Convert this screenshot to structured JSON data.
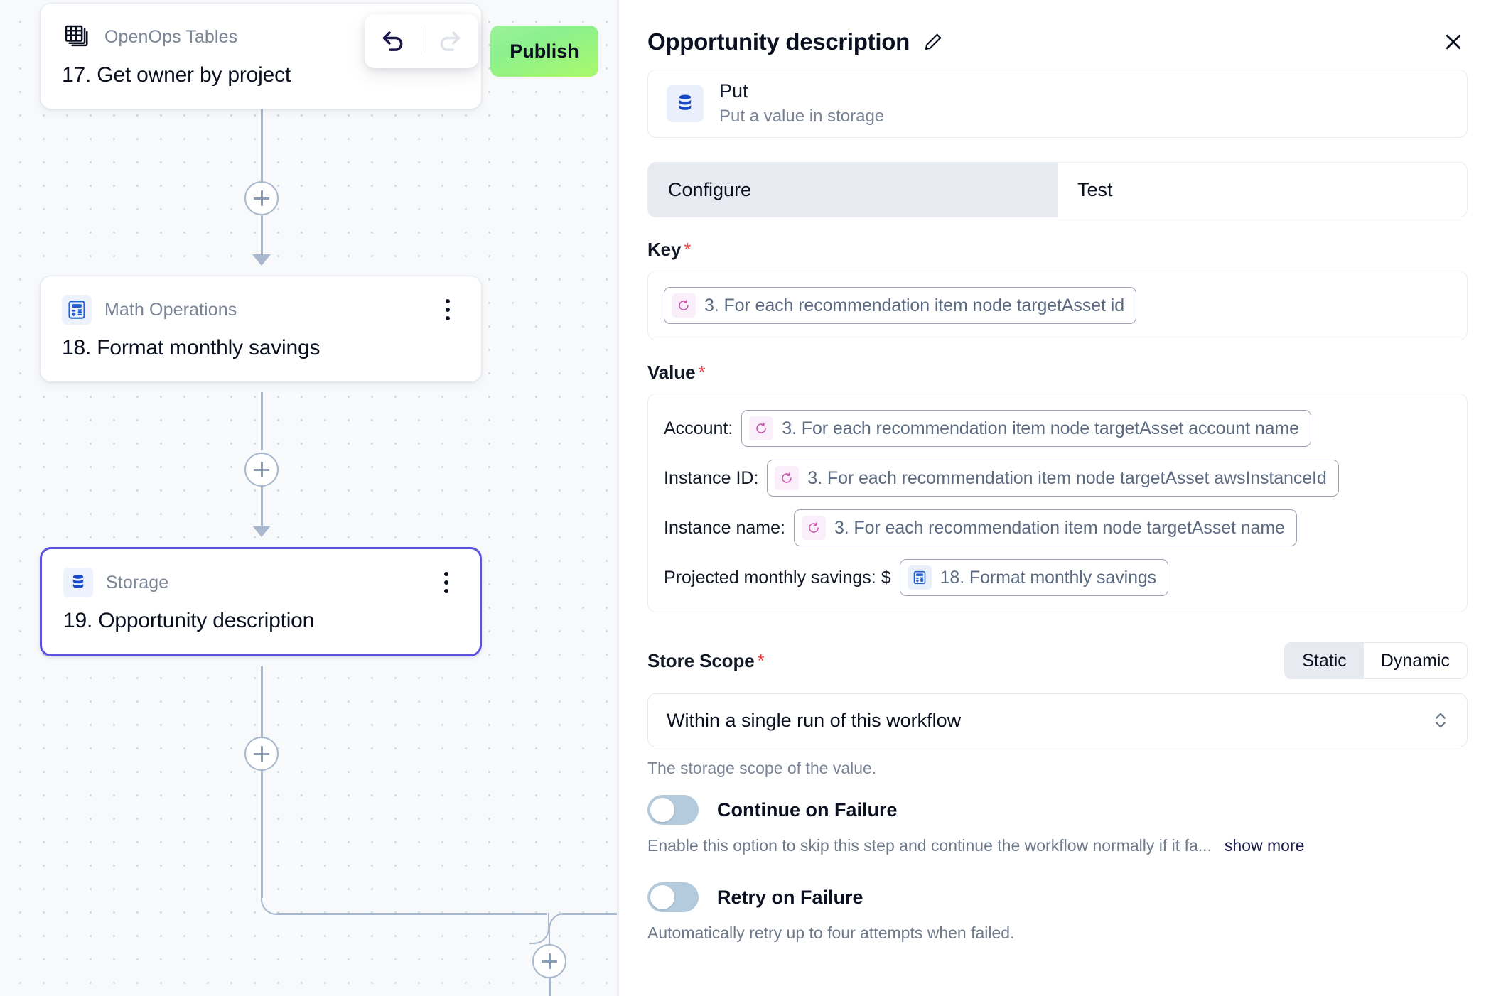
{
  "canvas": {
    "publish_label": "Publish",
    "undo_icon": "undo-icon",
    "redo_icon": "redo-icon",
    "nodes": [
      {
        "piece": "OpenOps Tables",
        "title": "17. Get owner by project",
        "icon": "table-icon",
        "selected": false
      },
      {
        "piece": "Math Operations",
        "title": "18. Format monthly savings",
        "icon": "calculator-icon",
        "selected": false
      },
      {
        "piece": "Storage",
        "title": "19. Opportunity description",
        "icon": "database-icon",
        "selected": true
      }
    ],
    "add_step_icon": "plus-icon"
  },
  "panel": {
    "title": "Opportunity description",
    "edit_icon": "pencil-icon",
    "close_icon": "close-icon",
    "piece": {
      "name": "Put",
      "description": "Put a value in storage",
      "icon": "database-icon"
    },
    "tabs": [
      {
        "label": "Configure",
        "active": true
      },
      {
        "label": "Test",
        "active": false
      }
    ],
    "key": {
      "label": "Key",
      "required": "*",
      "chip": {
        "text": "3. For each recommendation item node targetAsset id",
        "icon": "loop-icon"
      }
    },
    "value": {
      "label": "Value",
      "required": "*",
      "rows": [
        {
          "label": "Account:",
          "chip_text": "3. For each recommendation item node targetAsset account name",
          "icon": "loop-icon",
          "badge": "pink"
        },
        {
          "label": "Instance ID:",
          "chip_text": "3. For each recommendation item node targetAsset awsInstanceId",
          "icon": "loop-icon",
          "badge": "pink"
        },
        {
          "label": "Instance name:",
          "chip_text": "3. For each recommendation item node targetAsset name",
          "icon": "loop-icon",
          "badge": "pink"
        },
        {
          "label": "Projected monthly savings: $",
          "chip_text": "18. Format monthly savings",
          "icon": "calculator-icon",
          "badge": "blue"
        }
      ]
    },
    "store_scope": {
      "label": "Store Scope",
      "required": "*",
      "segments": [
        {
          "label": "Static",
          "active": true
        },
        {
          "label": "Dynamic",
          "active": false
        }
      ],
      "selected_option": "Within a single run of this workflow",
      "chevron_icon": "chevron-up-down-icon",
      "helper": "The storage scope of the value."
    },
    "continue_on_failure": {
      "label": "Continue on Failure",
      "enabled": false,
      "description": "Enable this option to skip this step and continue the workflow normally if it fa...",
      "show_more": "show more"
    },
    "retry_on_failure": {
      "label": "Retry on Failure",
      "enabled": false,
      "description": "Automatically retry up to four attempts when failed."
    }
  },
  "colors": {
    "accent_selected_node": "#5b53e0",
    "publish_green": "#8cf08e",
    "required_red": "#ef4444",
    "connector": "#a9b8cc",
    "piece_icon_blue": "#1f5fd0",
    "chip_pink": "#c650a8"
  }
}
